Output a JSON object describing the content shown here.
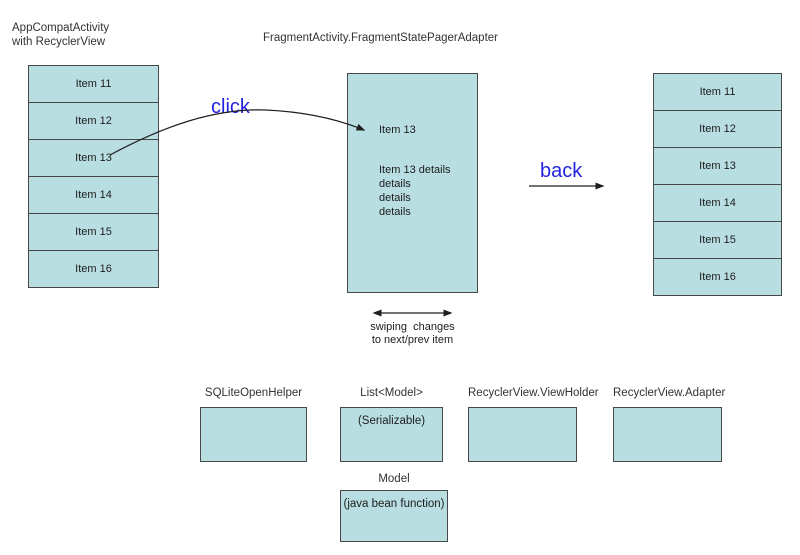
{
  "diagram": {
    "left_panel": {
      "title_line1": "AppCompatActivity",
      "title_line2": "with RecyclerView",
      "items": [
        "Item 11",
        "Item 12",
        "Item 13",
        "Item 14",
        "Item 15",
        "Item 16"
      ]
    },
    "center_panel": {
      "title": "FragmentActivity.FragmentStatePagerAdapter",
      "item_label": "Item 13",
      "details_lines": [
        "Item 13 details",
        "details",
        "details",
        "details"
      ],
      "swipe_caption_line1": "swiping  changes",
      "swipe_caption_line2": "to next/prev item"
    },
    "right_panel": {
      "items": [
        "Item 11",
        "Item 12",
        "Item 13",
        "Item 14",
        "Item 15",
        "Item 16"
      ]
    },
    "click_label": "click",
    "back_label": "back",
    "bottom_groups": [
      {
        "label": "SQLiteOpenHelper",
        "content": ""
      },
      {
        "label": "List<Model>",
        "content": "(Serializable)"
      },
      {
        "label": "RecyclerView.ViewHolder",
        "content": ""
      },
      {
        "label": "RecyclerView.Adapter",
        "content": ""
      }
    ],
    "model_group": {
      "label": "Model",
      "content": "(java bean function)"
    },
    "colors": {
      "box_fill": "#b8dee2",
      "box_border": "#474747",
      "accent_blue": "#2222e0",
      "arrow_color": "#1f1f1f",
      "text": "#1c1c1c"
    }
  }
}
